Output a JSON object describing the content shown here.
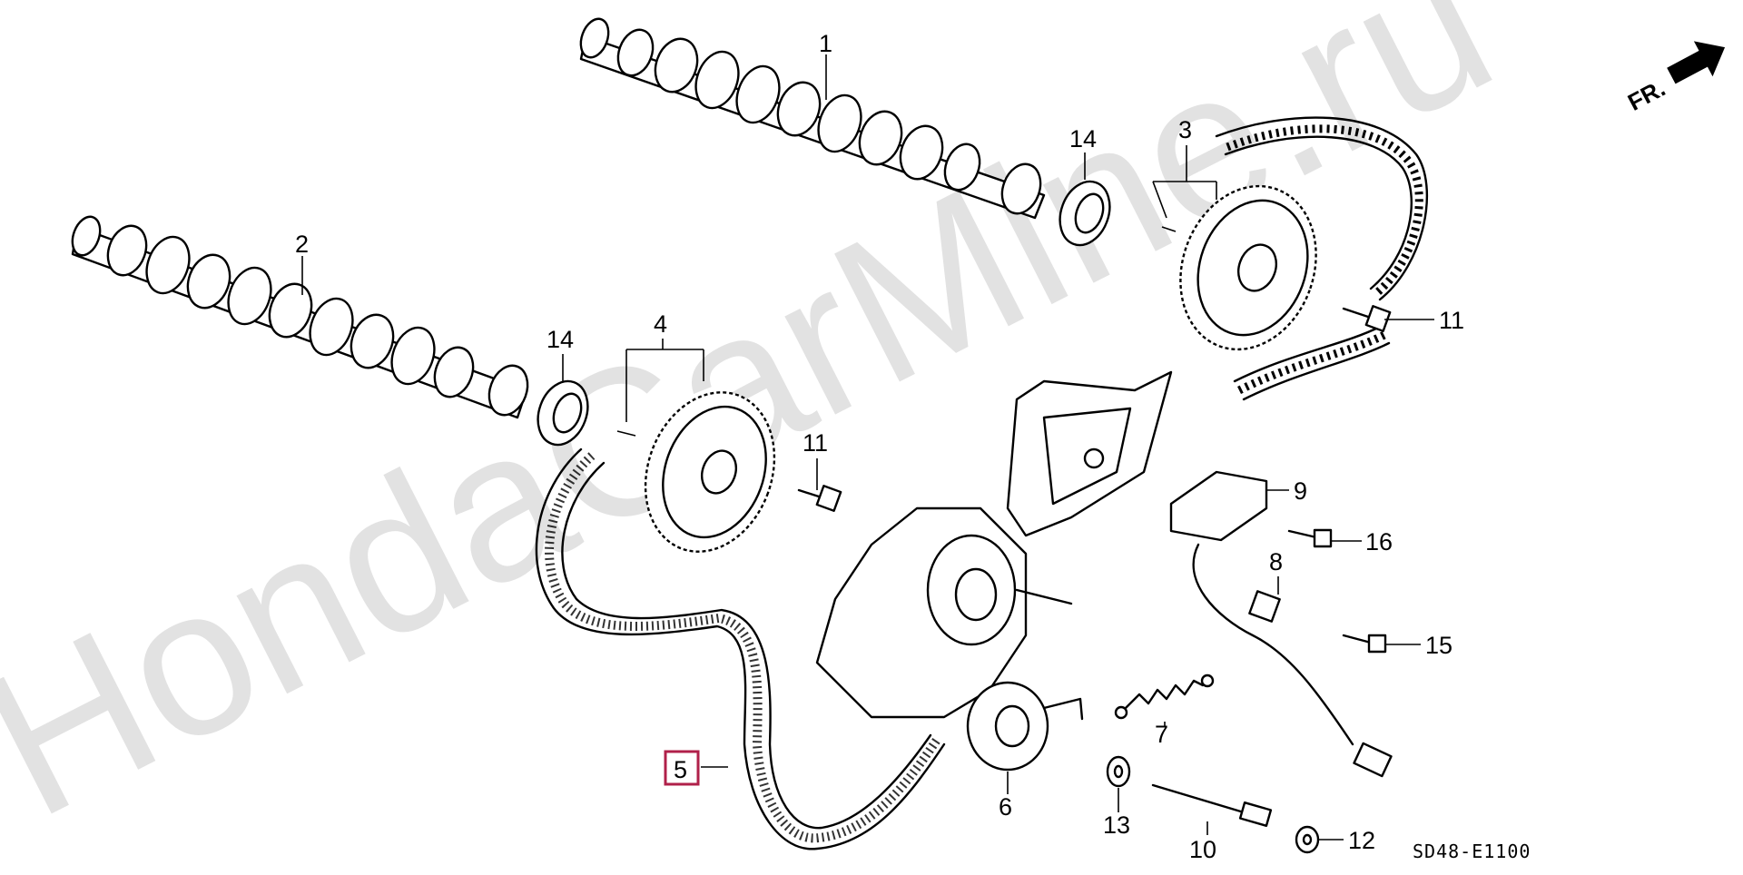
{
  "watermark": "HondaCarMine.ru",
  "front_marker": "FR.",
  "diagram_code": "SD48-E1100",
  "highlight_color": "#b0204a",
  "callouts": {
    "c1": "1",
    "c2": "2",
    "c3": "3",
    "c4": "4",
    "c5": "5",
    "c6": "6",
    "c7": "7",
    "c8": "8",
    "c9": "9",
    "c10": "10",
    "c11a": "11",
    "c11b": "11",
    "c12": "12",
    "c13": "13",
    "c14a": "14",
    "c14b": "14",
    "c15": "15",
    "c16": "16"
  },
  "selected_callout": "5"
}
